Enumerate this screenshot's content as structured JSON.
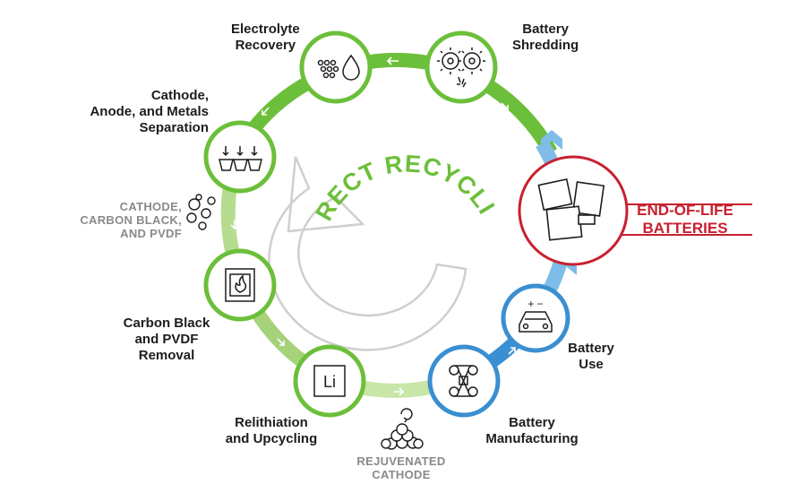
{
  "title": "DIRECT RECYCLING",
  "colors": {
    "green": "#6cbf3a",
    "light_green": "#b5dc8f",
    "blue": "#3a8fd1",
    "light_blue": "#7fbde8",
    "red": "#c8202e",
    "gray": "#8a8a8a"
  },
  "stages": [
    {
      "lines": [
        "Electrolyte",
        "Recovery"
      ],
      "icon": "particles-droplet-icon"
    },
    {
      "lines": [
        "Battery",
        "Shredding"
      ],
      "icon": "gears-shredder-icon"
    },
    {
      "lines": [
        "Cathode,",
        "Anode, and Metals",
        "Separation"
      ],
      "icon": "separation-bins-icon"
    },
    {
      "lines": [
        "Carbon Black",
        "and PVDF",
        "Removal"
      ],
      "icon": "furnace-flame-icon"
    },
    {
      "lines": [
        "Relithiation",
        "and Upcycling"
      ],
      "icon": "lithium-icon"
    },
    {
      "lines": [
        "Battery",
        "Manufacturing"
      ],
      "icon": "conveyor-icon"
    },
    {
      "lines": [
        "Battery",
        "Use"
      ],
      "icon": "electric-car-icon"
    },
    {
      "lines": [
        "END-OF-LIFE",
        "BATTERIES"
      ],
      "icon": "batteries-icon"
    }
  ],
  "side_labels": {
    "cathode_mix": [
      "CATHODE,",
      "CARBON BLACK,",
      "AND PVDF"
    ],
    "rejuvenated": [
      "REJUVENATED",
      "CATHODE"
    ]
  },
  "icon_text": {
    "lithium": "Li",
    "plus_minus": "+ −"
  }
}
